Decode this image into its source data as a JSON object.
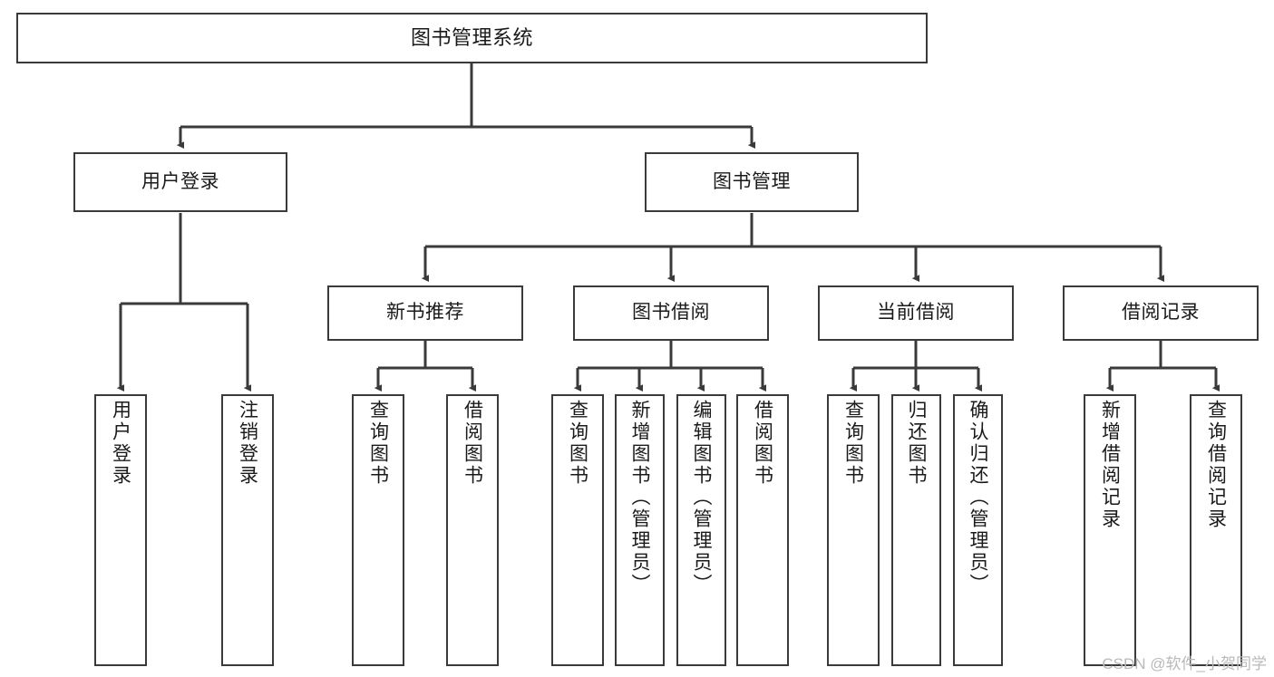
{
  "diagram": {
    "title": "图书管理系统",
    "type": "tree",
    "orientation": "top-down",
    "line_color": "#3a3a3a",
    "box_fill": "#ffffff",
    "text_color": "#1a1a1a",
    "watermark": "CSDN @软件_小贺同学"
  },
  "nodes": {
    "root": {
      "label": "图书管理系统",
      "level": 1
    },
    "l2": [
      {
        "label": "用户登录",
        "level": 2
      },
      {
        "label": "图书管理",
        "level": 2
      }
    ],
    "l3": [
      {
        "label": "新书推荐",
        "level": 3
      },
      {
        "label": "图书借阅",
        "level": 3
      },
      {
        "label": "当前借阅",
        "level": 3
      },
      {
        "label": "借阅记录",
        "level": 3
      }
    ],
    "leaves": {
      "user_login": [
        {
          "label": "用户登录"
        },
        {
          "label": "注销登录"
        }
      ],
      "new_book_recommend": [
        {
          "label": "查询图书"
        },
        {
          "label": "借阅图书"
        }
      ],
      "book_borrow": [
        {
          "label": "查询图书"
        },
        {
          "label": "新增图书（管理员）"
        },
        {
          "label": "编辑图书（管理员）"
        },
        {
          "label": "借阅图书"
        }
      ],
      "current_borrow": [
        {
          "label": "查询图书"
        },
        {
          "label": "归还图书"
        },
        {
          "label": "确认归还（管理员）"
        }
      ],
      "borrow_record": [
        {
          "label": "新增借阅记录"
        },
        {
          "label": "查询借阅记录"
        }
      ]
    }
  },
  "chart_data": {
    "type": "table",
    "title": "图书管理系统 功能结构图",
    "tree": [
      {
        "name": "图书管理系统",
        "children": [
          {
            "name": "用户登录",
            "children": [
              {
                "name": "用户登录"
              },
              {
                "name": "注销登录"
              }
            ]
          },
          {
            "name": "图书管理",
            "children": [
              {
                "name": "新书推荐",
                "children": [
                  {
                    "name": "查询图书"
                  },
                  {
                    "name": "借阅图书"
                  }
                ]
              },
              {
                "name": "图书借阅",
                "children": [
                  {
                    "name": "查询图书"
                  },
                  {
                    "name": "新增图书（管理员）"
                  },
                  {
                    "name": "编辑图书（管理员）"
                  },
                  {
                    "name": "借阅图书"
                  }
                ]
              },
              {
                "name": "当前借阅",
                "children": [
                  {
                    "name": "查询图书"
                  },
                  {
                    "name": "归还图书"
                  },
                  {
                    "name": "确认归还（管理员）"
                  }
                ]
              },
              {
                "name": "借阅记录",
                "children": [
                  {
                    "name": "新增借阅记录"
                  },
                  {
                    "name": "查询借阅记录"
                  }
                ]
              }
            ]
          }
        ]
      }
    ]
  }
}
